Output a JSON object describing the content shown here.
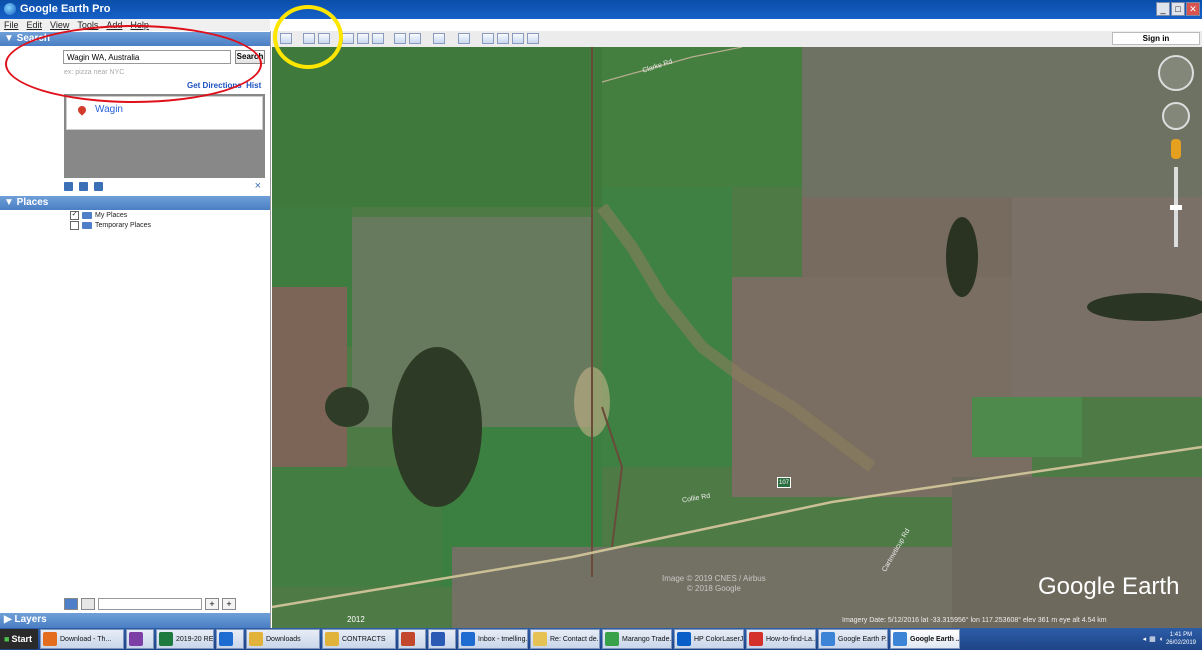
{
  "window": {
    "title": "Google Earth Pro"
  },
  "menu": [
    "File",
    "Edit",
    "View",
    "Tools",
    "Add",
    "Help"
  ],
  "search": {
    "header": "▼ Search",
    "value": "Wagin WA, Australia",
    "button": "Search",
    "hint": "ex: pizza near NYC",
    "get_directions": "Get Directions",
    "history": "Hist",
    "result": "Wagin"
  },
  "places": {
    "header": "▼ Places",
    "items": [
      {
        "label": "My Places",
        "checked": true
      },
      {
        "label": "Temporary Places",
        "checked": false
      }
    ]
  },
  "layers": {
    "header": "▶ Layers"
  },
  "toolbar": {
    "signin": "Sign in"
  },
  "map": {
    "brand": "Google Earth",
    "year": "2012",
    "status": "Imagery Date: 5/12/2016     lat -33.315956°  lon 117.253608°  elev  361 m     eye alt  4.54 km",
    "copyright_line1": "Image © 2019 CNES / Airbus",
    "copyright_line2": "© 2018 Google",
    "road_label_1": "Clarke Rd",
    "road_label_2": "Collie Rd",
    "road_label_3": "Cartmeticup Rd",
    "highway_shield": "107"
  },
  "taskbar": {
    "start": "Start",
    "tasks": [
      {
        "label": "Download - Th...",
        "color": "#e36d1d",
        "active": false
      },
      {
        "label": "",
        "color": "#7c3fa6",
        "active": false
      },
      {
        "label": "2019-20 RETU...",
        "color": "#1f7a3f",
        "active": false
      },
      {
        "label": "",
        "color": "#1e6bd1",
        "active": false
      },
      {
        "label": "Downloads",
        "color": "#e2b33a",
        "active": false
      },
      {
        "label": "CONTRACTS",
        "color": "#e2b33a",
        "active": false
      },
      {
        "label": "",
        "color": "#c3472c",
        "active": false
      },
      {
        "label": "",
        "color": "#2a5ab3",
        "active": false
      },
      {
        "label": "Inbox - tmelling...",
        "color": "#1e6bd1",
        "active": false
      },
      {
        "label": "Re: Contact de...",
        "color": "#e5c253",
        "active": false
      },
      {
        "label": "Marango Trade...",
        "color": "#3aa14b",
        "active": false
      },
      {
        "label": "HP ColorLaserJ...",
        "color": "#0a5ec7",
        "active": false
      },
      {
        "label": "How-to-find-La...",
        "color": "#d3312a",
        "active": false
      },
      {
        "label": "Google Earth P...",
        "color": "#3b84d6",
        "active": false
      },
      {
        "label": "Google Earth ...",
        "color": "#3b84d6",
        "active": true
      }
    ],
    "clock_time": "1:41 PM",
    "clock_date": "26/02/2019"
  }
}
